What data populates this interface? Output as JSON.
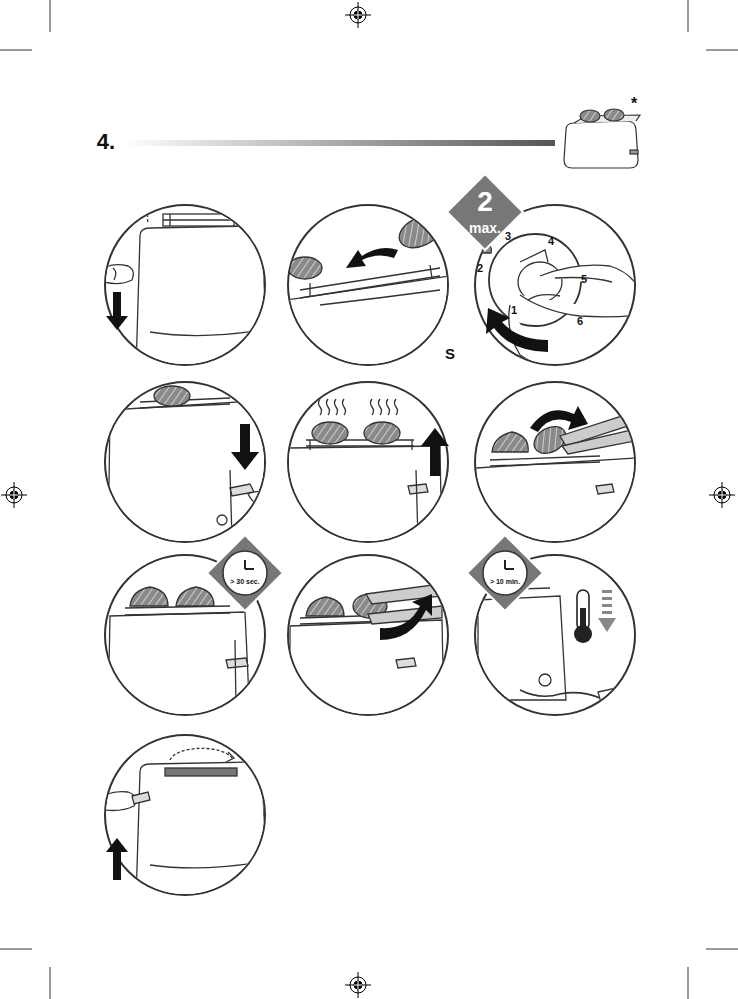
{
  "diagram": {
    "title": "4.",
    "labels": [
      "*",
      "2",
      "max.",
      "3",
      "4",
      "2",
      "1",
      "5",
      "6",
      "S",
      "> 30 sec.",
      "> 10 min."
    ]
  }
}
